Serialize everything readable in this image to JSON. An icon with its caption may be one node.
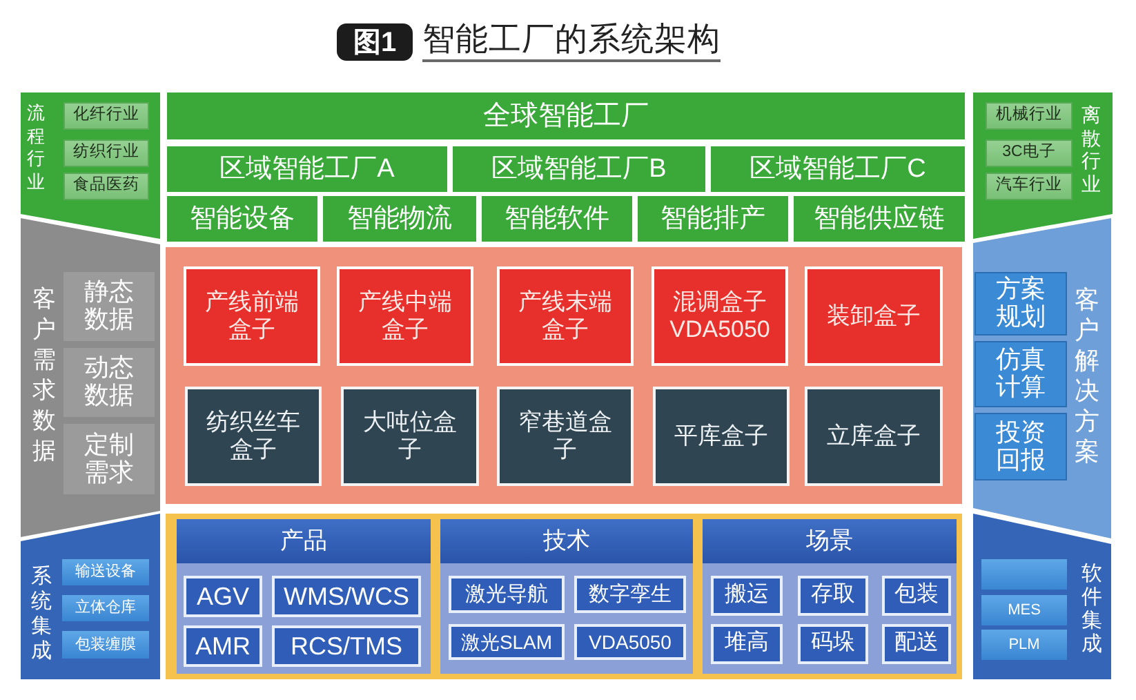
{
  "diagram": {
    "title": "智能工厂的系统架构",
    "nodes": [
      {
        "text": [
          "流程行业"
        ]
      },
      {
        "text": [
          "化纤行业"
        ],
        "in": 0
      },
      {
        "text": [
          "纺织行业"
        ],
        "in": 0
      },
      {
        "text": [
          "食品医药"
        ],
        "in": 0
      },
      {
        "text": [
          "全球智能工厂"
        ]
      },
      {
        "text": [
          "区域智能工厂A"
        ]
      },
      {
        "text": [
          "区域智能工厂B"
        ]
      },
      {
        "text": [
          "区域智能工厂C"
        ]
      },
      {
        "text": [
          "智能设备"
        ]
      },
      {
        "text": [
          "智能物流"
        ]
      },
      {
        "text": [
          "智能软件"
        ]
      },
      {
        "text": [
          "智能排产"
        ]
      },
      {
        "text": [
          "智能供应链"
        ]
      },
      {
        "text": [
          "离散行业"
        ]
      },
      {
        "text": [
          "机械行业"
        ],
        "in": 13
      },
      {
        "text": [
          "3C电子"
        ],
        "in": 13
      },
      {
        "text": [
          "汽车行业"
        ],
        "in": 13
      },
      {
        "text": [
          "客户需求数据"
        ]
      },
      {
        "text": [
          "静态数据"
        ],
        "in": 17
      },
      {
        "text": [
          "动态数据"
        ],
        "in": 17
      },
      {
        "text": [
          "定制需求"
        ],
        "in": 17
      },
      {
        "text": [],
        "shape": "box"
      },
      {
        "text": [
          "产线前端盒子"
        ],
        "in": 21
      },
      {
        "text": [
          "产线中端盒子"
        ],
        "in": 21
      },
      {
        "text": [
          "产线末端盒子"
        ],
        "in": 21
      },
      {
        "text": [
          "混调盒子 VDA5050"
        ],
        "in": 21
      },
      {
        "text": [
          "装卸盒子"
        ],
        "in": 21
      },
      {
        "text": [
          "纺织丝车盒子"
        ],
        "in": 21
      },
      {
        "text": [
          "大吨位盒子"
        ],
        "in": 21
      },
      {
        "text": [
          "窄巷道盒子"
        ],
        "in": 21
      },
      {
        "text": [
          "平库盒子"
        ],
        "in": 21
      },
      {
        "text": [
          "立库盒子"
        ],
        "in": 21
      },
      {
        "text": [
          "客户解决方案"
        ]
      },
      {
        "text": [
          "方案规划"
        ],
        "in": 32
      },
      {
        "text": [
          "仿真计算"
        ],
        "in": 32
      },
      {
        "text": [
          "投资回报"
        ],
        "in": 32
      },
      {
        "text": [
          "系统集成"
        ]
      },
      {
        "text": [
          "输送设备"
        ],
        "in": 36
      },
      {
        "text": [
          "立体仓库"
        ],
        "in": 36
      },
      {
        "text": [
          "包装缠膜"
        ],
        "in": 36
      },
      {
        "text": [],
        "shape": "box"
      },
      {
        "text": [
          "产品"
        ],
        "in": 40
      },
      {
        "text": [
          "AGV"
        ],
        "in": 41
      },
      {
        "text": [
          "WMS/WCS"
        ],
        "in": 41
      },
      {
        "text": [
          "AMR"
        ],
        "in": 41
      },
      {
        "text": [
          "RCS/TMS"
        ],
        "in": 41
      },
      {
        "text": [
          "技术"
        ],
        "in": 40
      },
      {
        "text": [
          "激光导航"
        ],
        "in": 46
      },
      {
        "text": [
          "数字孪生"
        ],
        "in": 46
      },
      {
        "text": [
          "激光SLAM"
        ],
        "in": 46
      },
      {
        "text": [
          "VDA5050"
        ],
        "in": 46
      },
      {
        "text": [
          "场景"
        ],
        "in": 40
      },
      {
        "text": [
          "搬运"
        ],
        "in": 51
      },
      {
        "text": [
          "存取"
        ],
        "in": 51
      },
      {
        "text": [
          "包装"
        ],
        "in": 51
      },
      {
        "text": [
          "堆高"
        ],
        "in": 51
      },
      {
        "text": [
          "码垛"
        ],
        "in": 51
      },
      {
        "text": [
          "配送"
        ],
        "in": 51
      },
      {
        "text": [
          "软件集成"
        ]
      },
      {
        "text": [],
        "shape": "box",
        "in": 58
      },
      {
        "text": [
          "MES"
        ],
        "in": 58
      },
      {
        "text": [
          "PLM"
        ],
        "in": 58
      }
    ],
    "labels": [
      "图1"
    ]
  }
}
